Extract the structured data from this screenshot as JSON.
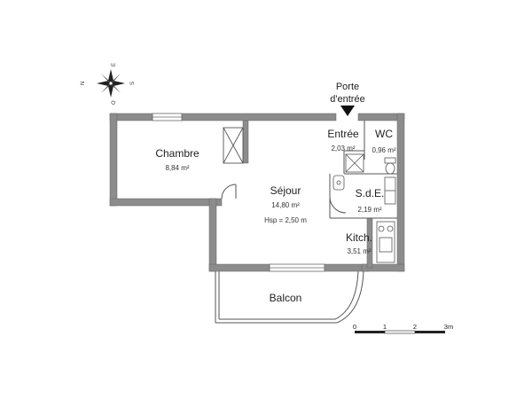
{
  "entry_label_line1": "Porte",
  "entry_label_line2": "d'entrée",
  "compass": {
    "n": "N",
    "e": "E",
    "s": "S",
    "o": "O"
  },
  "rooms": {
    "chambre": {
      "name": "Chambre",
      "area": "8,84 m²"
    },
    "sejour": {
      "name": "Séjour",
      "area": "14,80 m²",
      "height": "Hsp = 2,50 m"
    },
    "entree": {
      "name": "Entrée",
      "area": "2,03 m²"
    },
    "wc": {
      "name": "WC",
      "area": "0,96 m²"
    },
    "sde": {
      "name": "S.d.E.",
      "area": "2,19 m²"
    },
    "kitch": {
      "name": "Kitch.",
      "area": "3,51 m²"
    },
    "balcon": {
      "name": "Balcon"
    }
  },
  "scale": {
    "t0": "0",
    "t1": "1",
    "t2": "2",
    "t3": "3m"
  },
  "colors": {
    "wall": "#8c8c8c",
    "line": "#555555"
  }
}
